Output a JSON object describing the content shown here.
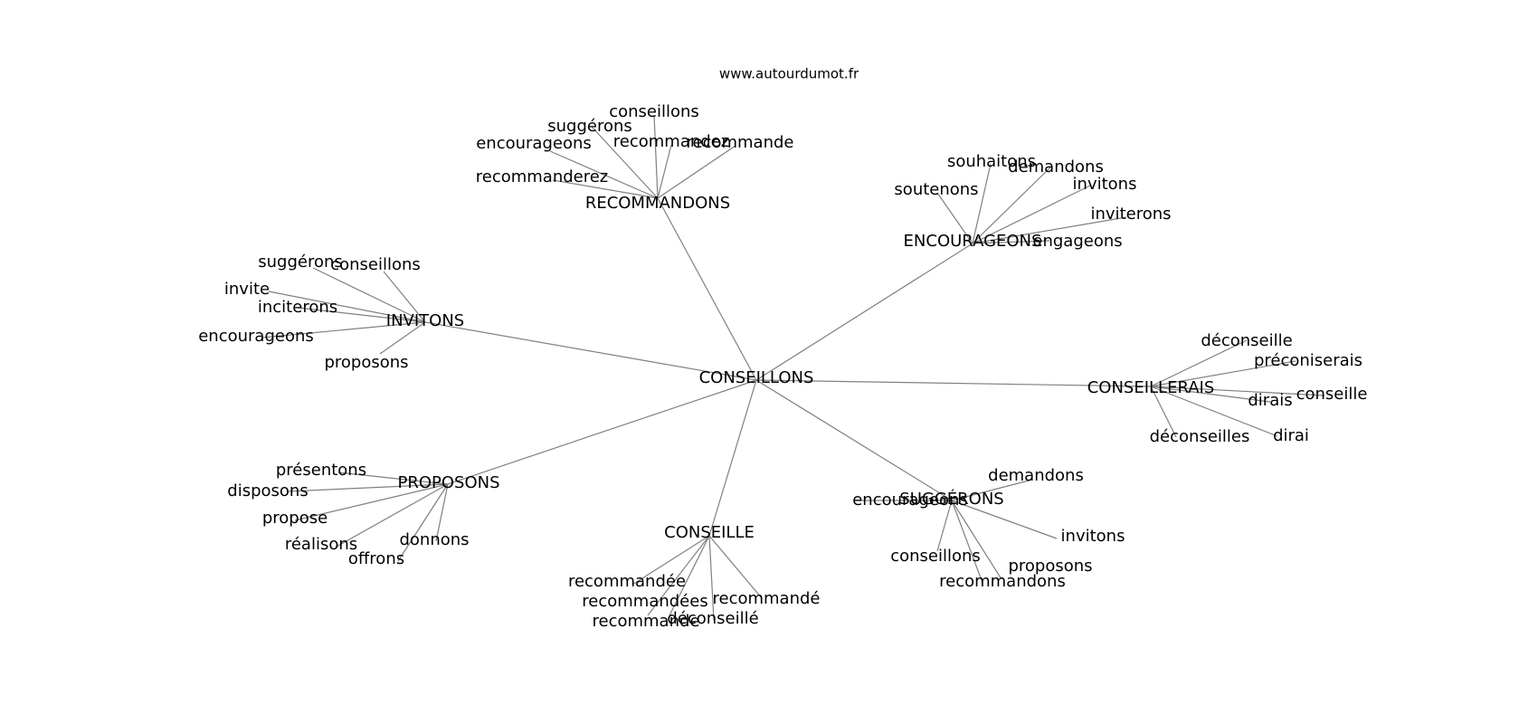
{
  "watermark": "www.autourdumot.fr",
  "center": "CONSEILLONS",
  "clusters": [
    {
      "label": "RECOMMANDONS",
      "words": [
        "conseillons",
        "suggérons",
        "encourageons",
        "recommandez",
        "recommande",
        "recommanderez"
      ]
    },
    {
      "label": "ENCOURAGEONS",
      "words": [
        "souhaitons",
        "demandons",
        "soutenons",
        "invitons",
        "inviterons",
        "engageons"
      ]
    },
    {
      "label": "INVITONS",
      "words": [
        "suggérons",
        "conseillons",
        "invite",
        "inciterons",
        "encourageons",
        "proposons"
      ]
    },
    {
      "label": "CONSEILLERAIS",
      "words": [
        "déconseille",
        "préconiserais",
        "conseille",
        "dirais",
        "dirai",
        "déconseilles"
      ]
    },
    {
      "label": "PROPOSONS",
      "words": [
        "présentons",
        "disposons",
        "propose",
        "réalisons",
        "offrons",
        "donnons"
      ]
    },
    {
      "label": "CONSEILLE",
      "words": [
        "recommandée",
        "recommandées",
        "recommandé",
        "recommande",
        "déconseillé"
      ]
    },
    {
      "label": "SUGGÉRONS",
      "words": [
        "demandons",
        "encourageons",
        "invitons",
        "conseillons",
        "proposons",
        "recommandons"
      ]
    }
  ]
}
